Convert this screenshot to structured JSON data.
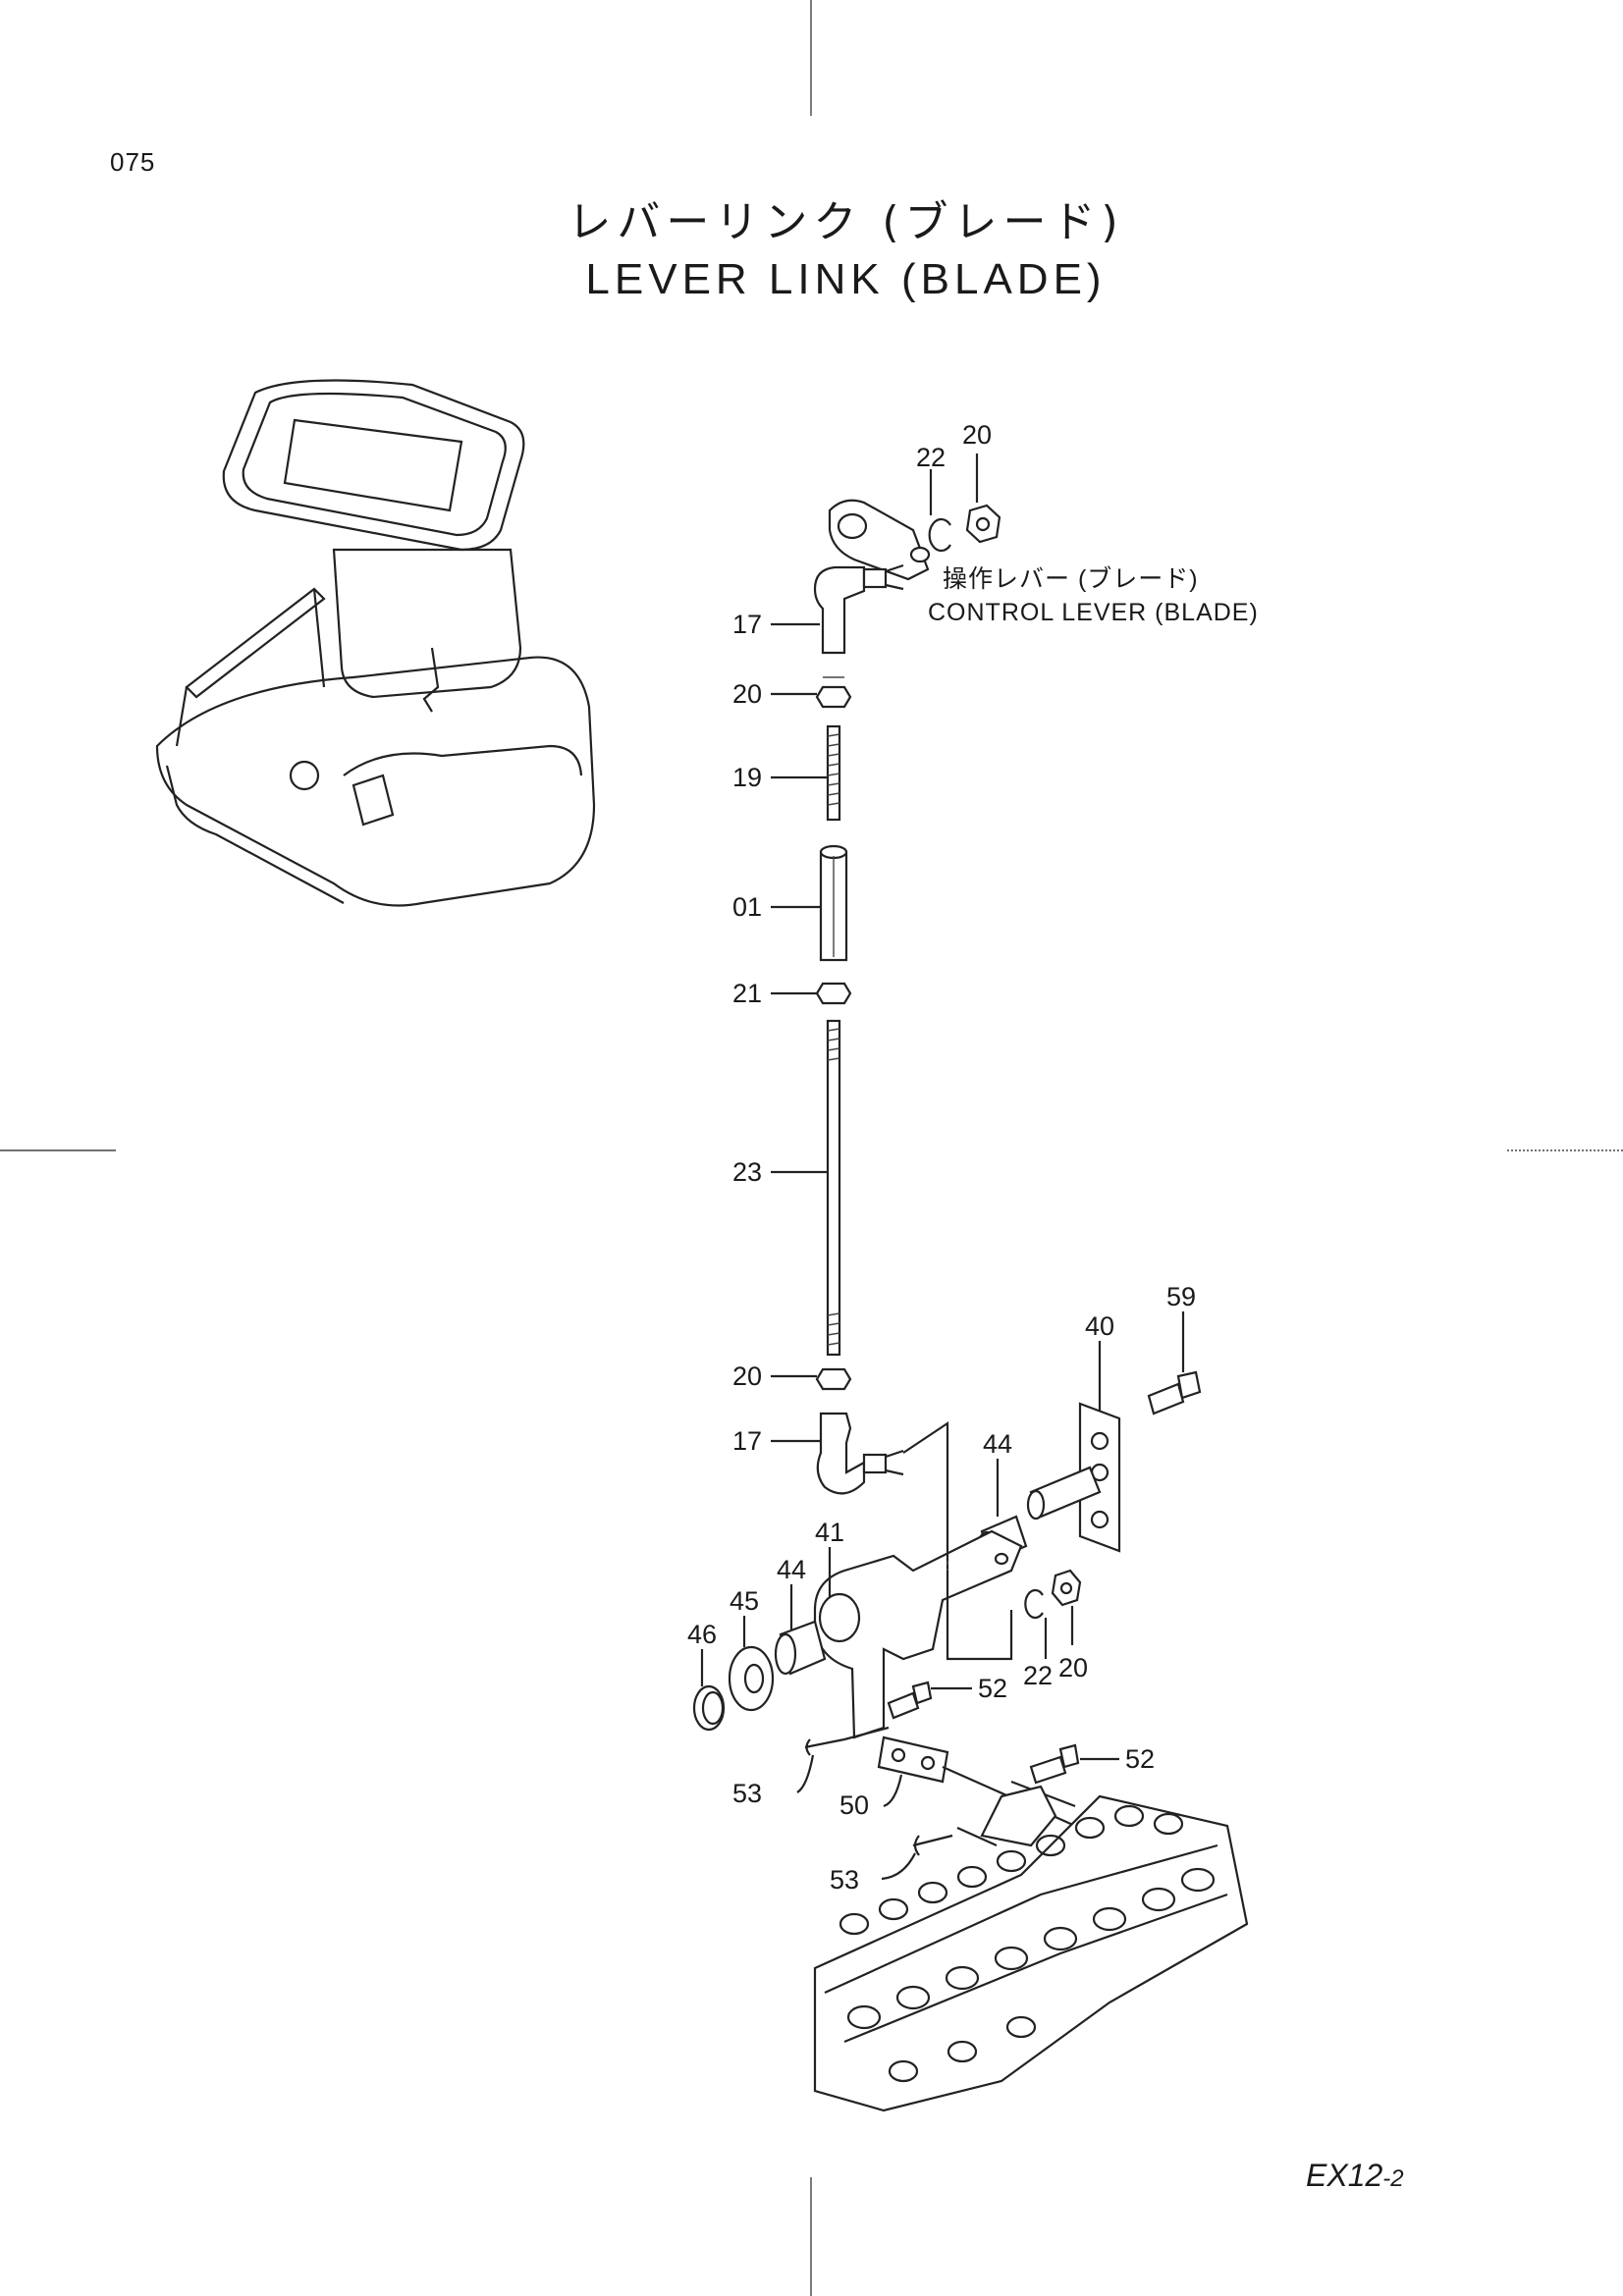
{
  "page": {
    "number": "075",
    "title_ja": "レバーリンク (ブレード)",
    "title_en": "LEVER LINK (BLADE)",
    "code": "EX12",
    "code_suffix": "-2"
  },
  "annotation": {
    "ja": "操作レバー (ブレード)",
    "en": "CONTROL LEVER (BLADE)"
  },
  "callouts": [
    {
      "id": "c-22-top",
      "label": "22"
    },
    {
      "id": "c-20-top",
      "label": "20"
    },
    {
      "id": "c-17-top",
      "label": "17"
    },
    {
      "id": "c-20-a",
      "label": "20"
    },
    {
      "id": "c-19",
      "label": "19"
    },
    {
      "id": "c-01",
      "label": "01"
    },
    {
      "id": "c-21",
      "label": "21"
    },
    {
      "id": "c-23",
      "label": "23"
    },
    {
      "id": "c-20-b",
      "label": "20"
    },
    {
      "id": "c-17-bot",
      "label": "17"
    },
    {
      "id": "c-59",
      "label": "59"
    },
    {
      "id": "c-40",
      "label": "40"
    },
    {
      "id": "c-44-r",
      "label": "44"
    },
    {
      "id": "c-41",
      "label": "41"
    },
    {
      "id": "c-44-l",
      "label": "44"
    },
    {
      "id": "c-45",
      "label": "45"
    },
    {
      "id": "c-46",
      "label": "46"
    },
    {
      "id": "c-52-a",
      "label": "52"
    },
    {
      "id": "c-22-bot",
      "label": "22"
    },
    {
      "id": "c-20-bot",
      "label": "20"
    },
    {
      "id": "c-52-b",
      "label": "52"
    },
    {
      "id": "c-53-a",
      "label": "53"
    },
    {
      "id": "c-50",
      "label": "50"
    },
    {
      "id": "c-53-b",
      "label": "53"
    }
  ]
}
